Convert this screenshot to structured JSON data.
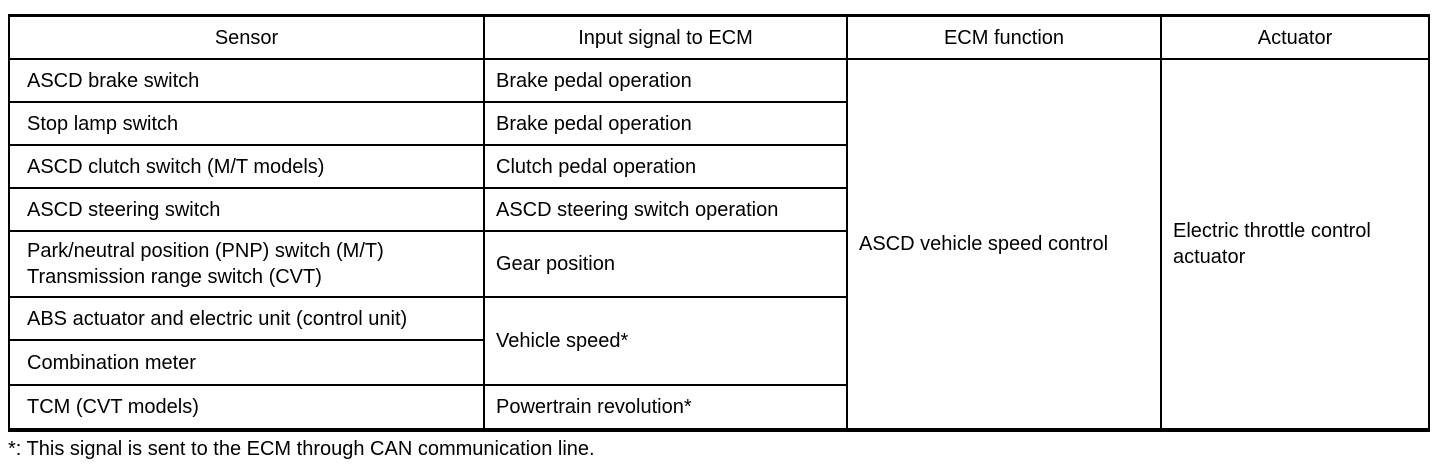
{
  "colors": {
    "background": "#ffffff",
    "border": "#000000",
    "text": "#000000"
  },
  "table": {
    "headers": [
      "Sensor",
      "Input signal to ECM",
      "ECM function",
      "Actuator"
    ],
    "rows": [
      {
        "sensor": "ASCD brake switch",
        "input": "Brake pedal operation"
      },
      {
        "sensor": "Stop lamp switch",
        "input": "Brake pedal operation"
      },
      {
        "sensor": "ASCD clutch switch (M/T models)",
        "input": "Clutch pedal operation"
      },
      {
        "sensor": "ASCD steering switch",
        "input": "ASCD steering switch operation"
      },
      {
        "sensor": "Park/neutral position (PNP) switch (M/T)\nTransmission range switch (CVT)",
        "input": "Gear position"
      },
      {
        "sensor": "ABS actuator and electric unit (control unit)",
        "input": "Vehicle speed*"
      },
      {
        "sensor": "Combination meter"
      },
      {
        "sensor": "TCM (CVT models)",
        "input": "Powertrain revolution*"
      }
    ],
    "ecm_function": "ASCD vehicle speed control",
    "actuator": "Electric throttle control\nactuator"
  },
  "footnote": "*: This signal is sent to the ECM through CAN communication line."
}
